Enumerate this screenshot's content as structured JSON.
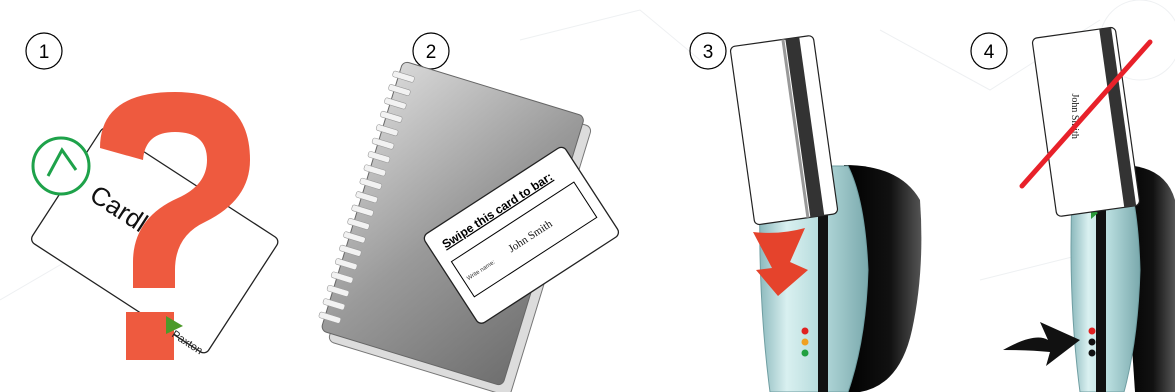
{
  "steps": [
    {
      "number": "1"
    },
    {
      "number": "2"
    },
    {
      "number": "3"
    },
    {
      "number": "4"
    }
  ],
  "card": {
    "brand_text": "Cardlock",
    "maker_text": "Paxton",
    "instruction_title": "Swipe this card to bar:",
    "name_label": "Write name:",
    "handwritten_name": "John Smith"
  },
  "colors": {
    "question_mark": "#ee5a3f",
    "brand_green": "#4c9a2a",
    "logo_ring": "#1ea24a",
    "cross_out": "#e8212a",
    "swipe_arrow": "#e5432c",
    "reader_body": "#bcdfe0",
    "magnetic_stripe": "#333333"
  },
  "icons": [
    "question-mark-icon",
    "swipe-arrow-icon",
    "cross-out-icon",
    "pointer-arrow-icon",
    "led-icon"
  ]
}
